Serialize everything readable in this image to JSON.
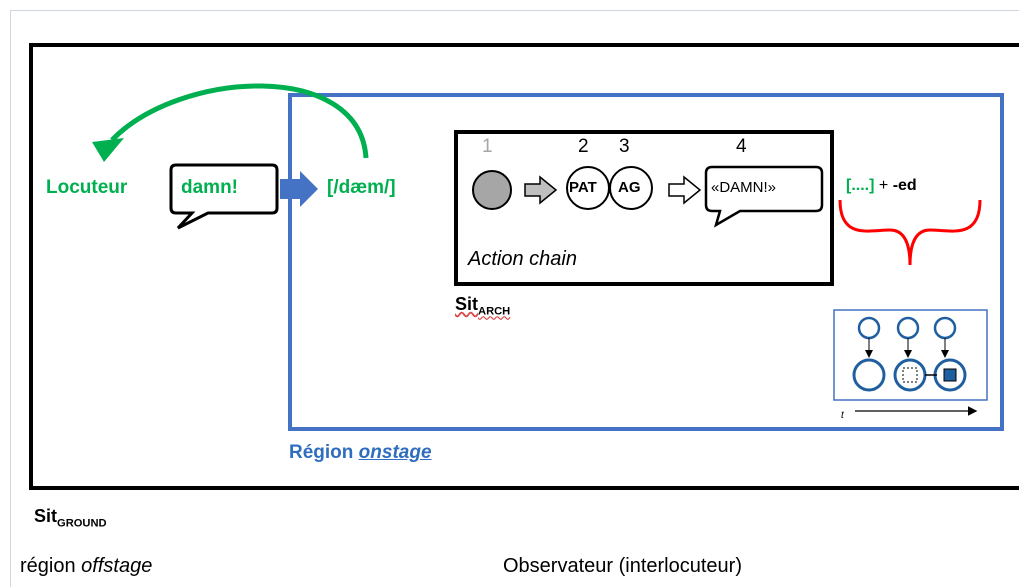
{
  "locuteur": "Locuteur",
  "speaker_bubble": "damn!",
  "phonetic": "[/dæm/]",
  "chain_numbers": [
    "1",
    "2",
    "3",
    "4"
  ],
  "pat_label": "PAT",
  "ag_label": "AG",
  "chain_bubble": "«DAMN!»",
  "action_chain_label": "Action chain",
  "sit_arch": {
    "main": "Sit",
    "sub": "ARCH"
  },
  "bracket_open": "[....]",
  "suffix_plus": "+",
  "suffix": "-ed",
  "time_label": "t",
  "region_onstage": {
    "prefix": "Région",
    "em": "onstage"
  },
  "sit_ground": {
    "main": "Sit",
    "sub": "GROUND"
  },
  "region_offstage": {
    "prefix": "région",
    "em": "offstage"
  },
  "observer": "Observateur (interlocuteur)",
  "colors": {
    "green": "#00b050",
    "blue": "#4472c4",
    "red": "#ff0000",
    "gray_circle": "#a6a6a6"
  }
}
